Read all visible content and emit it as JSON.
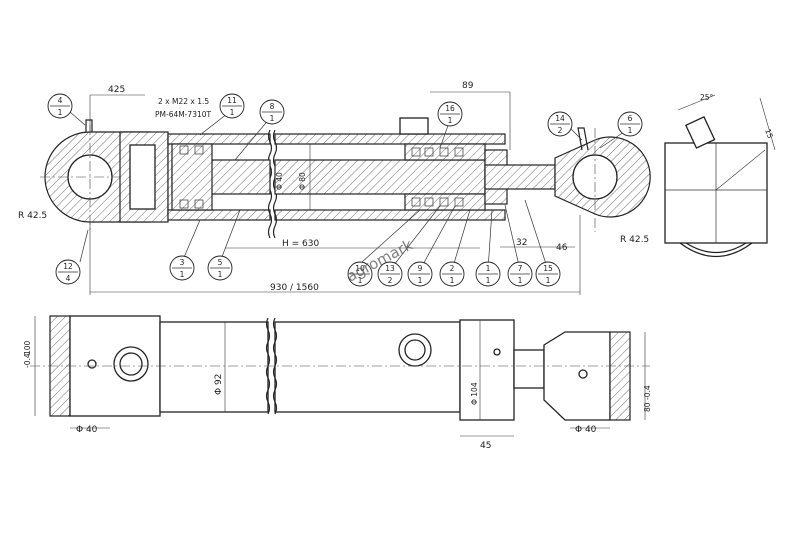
{
  "dimensions": {
    "thread_offset": "425",
    "port_thread": "2 x M22 x 1.5",
    "port_spec": "PM-64M-7310T",
    "right_top": "89",
    "rod_dia": "Φ 40",
    "bore_dia": "Φ 80",
    "left_radius": "R 42.5",
    "right_radius": "R 42.5",
    "stroke": "H = 630",
    "length": "930 / 1560",
    "gap_32": "32",
    "gap_46": "46",
    "angle": "25°",
    "side_15": "15",
    "bottom_100": "100",
    "bottom_100_sub": "-0.4",
    "bottom_dia40_left": "Φ 40",
    "tube_dia": "Φ 92",
    "flange_dia": "Φ 104",
    "flange_w": "45",
    "bottom_80": "80",
    "bottom_80_sub": "-0.4",
    "bottom_dia40_right": "Φ 40"
  },
  "callouts": [
    {
      "top": "4",
      "bottom": "1"
    },
    {
      "top": "11",
      "bottom": "1"
    },
    {
      "top": "8",
      "bottom": "1"
    },
    {
      "top": "16",
      "bottom": "1"
    },
    {
      "top": "14",
      "bottom": "2"
    },
    {
      "top": "6",
      "bottom": "1"
    },
    {
      "top": "12",
      "bottom": "4"
    },
    {
      "top": "3",
      "bottom": "1"
    },
    {
      "top": "5",
      "bottom": "1"
    },
    {
      "top": "10",
      "bottom": "1"
    },
    {
      "top": "13",
      "bottom": "2"
    },
    {
      "top": "9",
      "bottom": "1"
    },
    {
      "top": "2",
      "bottom": "1"
    },
    {
      "top": "1",
      "bottom": "1"
    },
    {
      "top": "7",
      "bottom": "1"
    },
    {
      "top": "15",
      "bottom": "1"
    }
  ],
  "watermark": "agromark"
}
